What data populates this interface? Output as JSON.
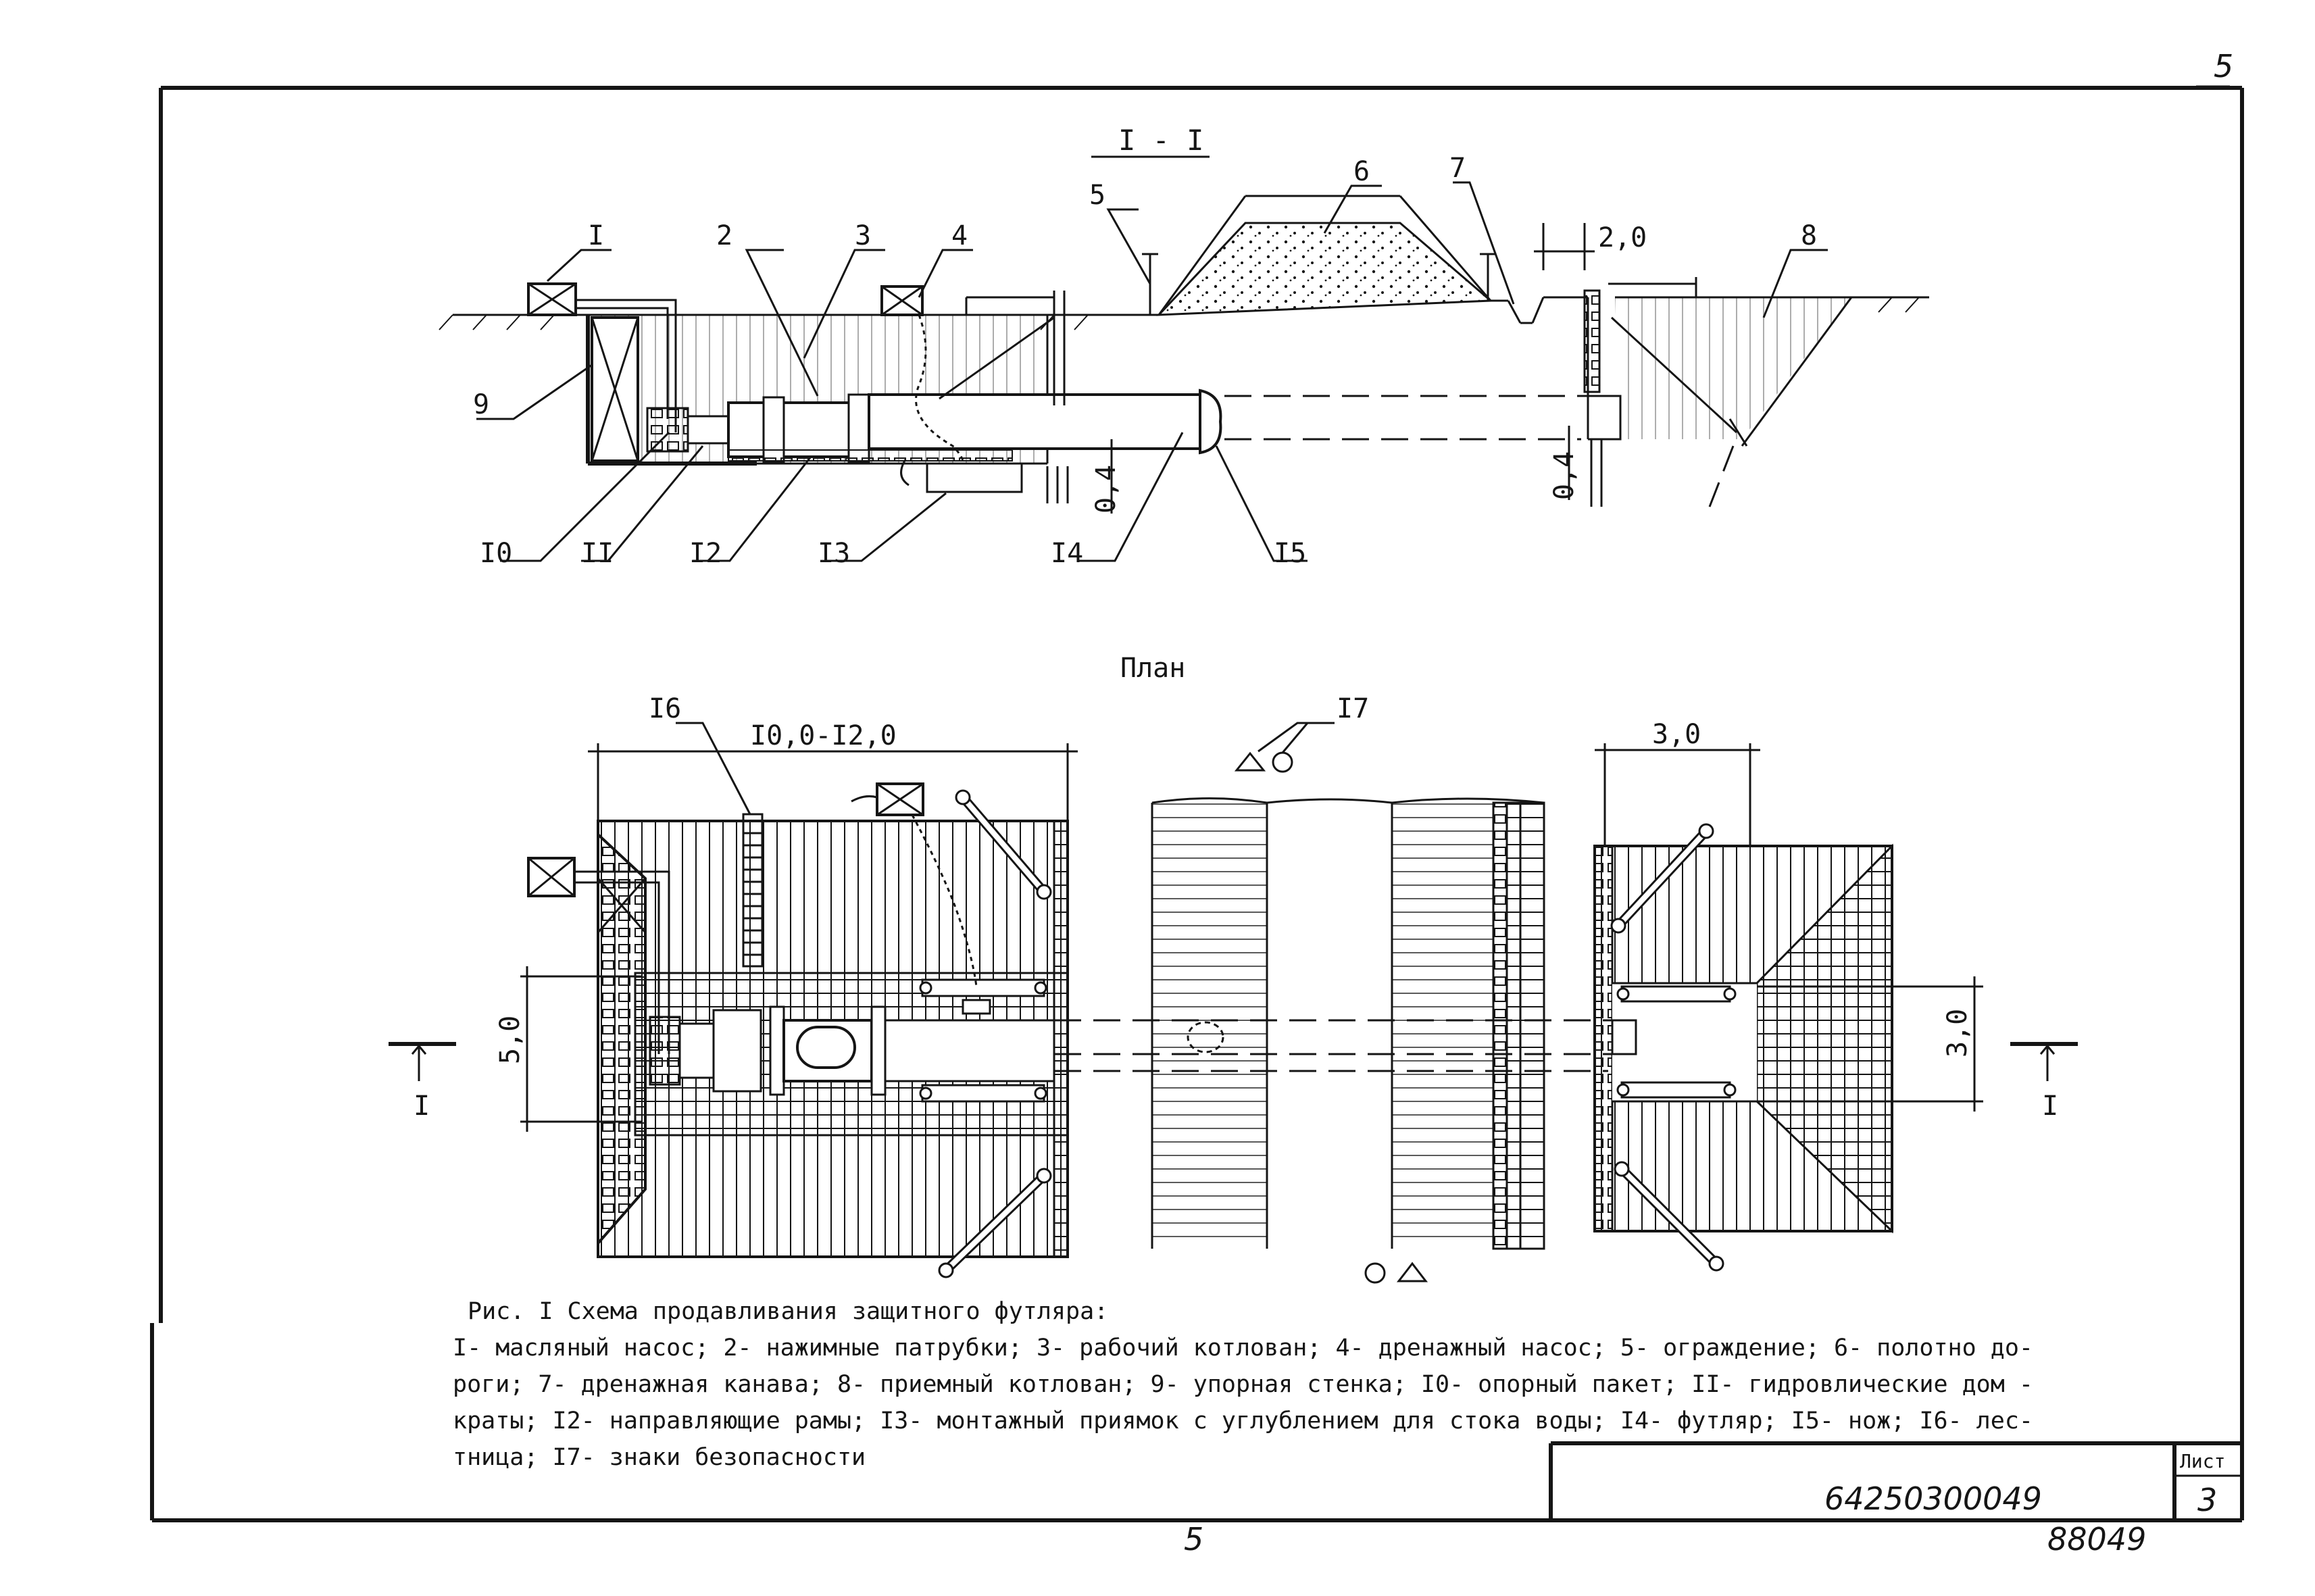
{
  "sheet_number_top": "5",
  "section": {
    "title": "I - I",
    "labels": {
      "l1": "I",
      "l2": "2",
      "l3": "3",
      "l4": "4",
      "l5": "5",
      "l6": "6",
      "l7": "7",
      "l8": "8",
      "l9": "9",
      "l10": "I0",
      "l11": "II",
      "l12": "I2",
      "l13": "I3",
      "l14": "I4",
      "l15": "I5"
    },
    "dims": {
      "d20": "2,0",
      "d04a": "0,4",
      "d04b": "0,4"
    }
  },
  "plan": {
    "title": "План",
    "labels": {
      "l16": "I6",
      "l17": "I7"
    },
    "dims": {
      "len": "I0,0-I2,0",
      "w5": "5,0",
      "w3top": "3,0",
      "w3": "3,0"
    },
    "section_marks": {
      "left": "I",
      "right": "I"
    }
  },
  "caption": {
    "line1": "Рис. I  Схема продавливания защитного футляра:",
    "line2": "I- масляный насос; 2- нажимные патрубки; 3- рабочий котлован; 4- дренажный насос; 5- ограждение; 6- полотно до-",
    "line3": "роги; 7- дренажная канава; 8- приемный котлован; 9- упорная стенка; I0- опорный пакет; II- гидровлические дом -",
    "line4": "краты; I2- направляющие рамы; I3- монтажный приямок с углублением для стока воды; I4- футляр; I5- нож; I6- лес-",
    "line5": "тница; I7- знаки безопасности"
  },
  "stamp": {
    "doc_number": "64250300049",
    "sheet_label": "Лист",
    "sheet_value": "3"
  },
  "footer": {
    "page_num": "5",
    "archive_num": "88049"
  }
}
